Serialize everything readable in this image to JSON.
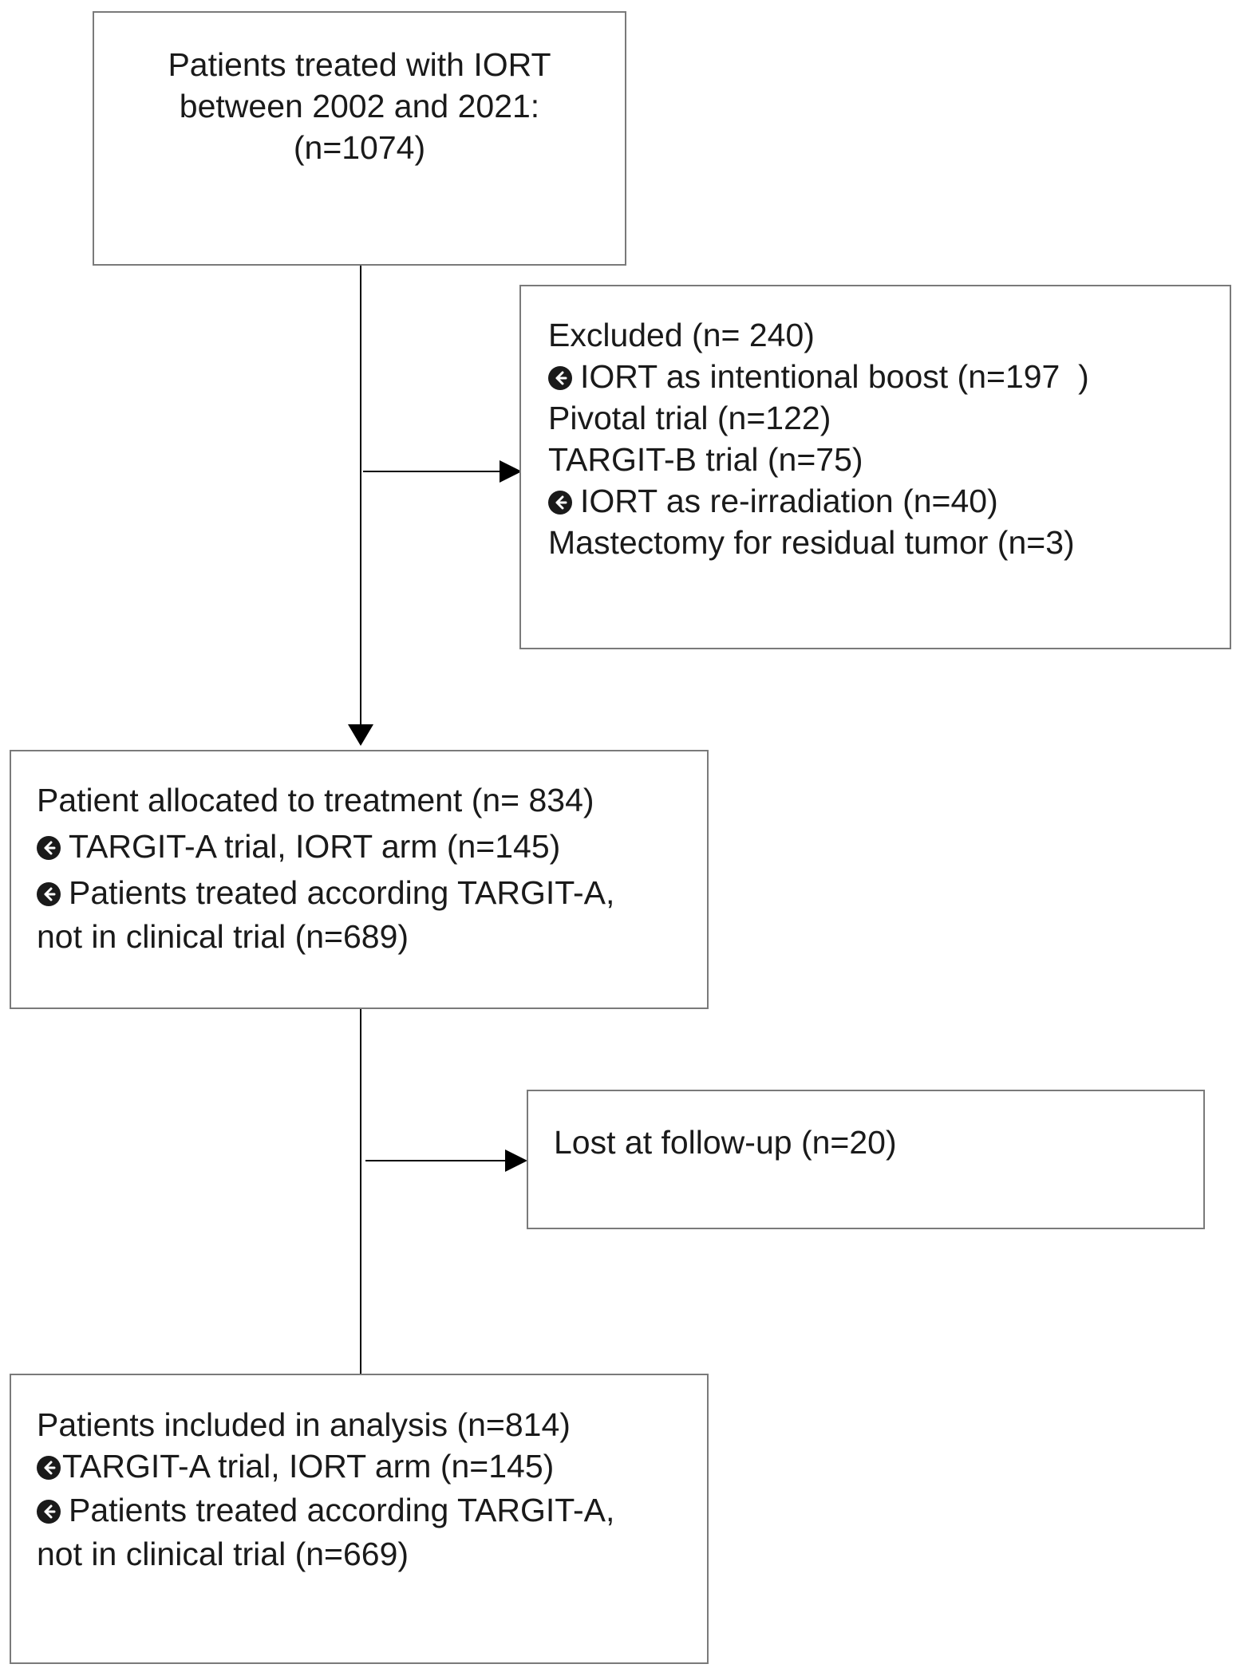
{
  "box_start": {
    "lines": [
      "Patients treated with IORT",
      "between 2002 and 2021:",
      "(n=1074)"
    ]
  },
  "box_excluded": {
    "title": "Excluded (n= 240)",
    "item1": "IORT as intentional boost (n=197  )",
    "item1_sub1": "Pivotal trial (n=122)",
    "item1_sub2": "TARGIT-B trial (n=75)",
    "item2": "IORT as re-irradiation (n=40)",
    "item3": "Mastectomy for residual tumor (n=3)"
  },
  "box_allocated": {
    "title": "Patient allocated to treatment (n= 834)",
    "item1": "TARGIT-A trial, IORT arm (n=145)",
    "item2": "Patients treated according TARGIT-A,",
    "item2_cont": "not in clinical trial (n=689)"
  },
  "box_lost": {
    "title": "Lost at follow-up (n=20)"
  },
  "box_included": {
    "title": "Patients included in analysis (n=814)",
    "item1": "TARGIT-A trial, IORT arm (n=145)",
    "item2": "Patients treated according TARGIT-A,",
    "item2_cont": "not in clinical trial (n=669)"
  },
  "icons": {
    "bullet": "circle-arrow-left-icon"
  },
  "colors": {
    "border": "#7a7a7a",
    "text": "#1a1a1a",
    "arrow": "#000000"
  }
}
